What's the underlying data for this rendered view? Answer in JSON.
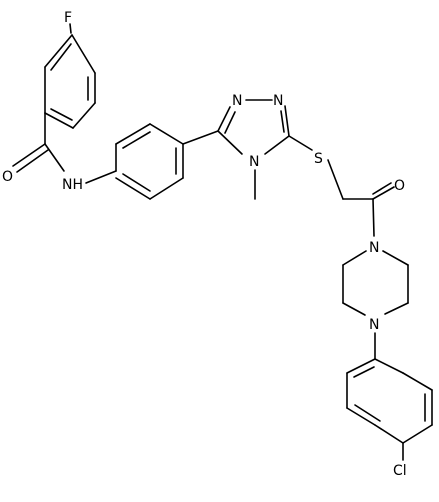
{
  "molecule": {
    "atom_labels": {
      "fluorine": "F",
      "carbonyl_oxygen_amide": "O",
      "amide_nitrogen": "NH",
      "triazole_n1": "N",
      "triazole_n2": "N",
      "triazole_n4": "N",
      "sulfur": "S",
      "carbonyl_oxygen_ketone": "O",
      "piperazine_n1": "N",
      "piperazine_n4": "N",
      "chlorine": "Cl"
    },
    "colors": {
      "bond": "#000000",
      "label": "#000000",
      "background": "#ffffff"
    }
  }
}
